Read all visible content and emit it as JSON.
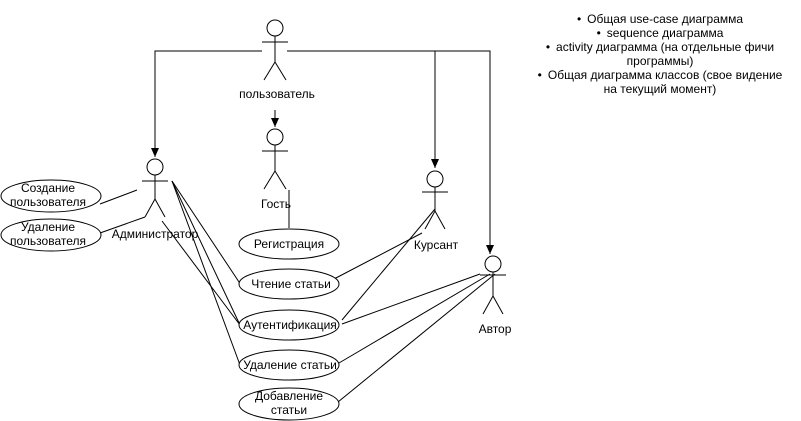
{
  "actors": {
    "user": "пользователь",
    "guest": "Гость",
    "admin": "Администратор",
    "cadet": "Курсант",
    "author": "Автор"
  },
  "use_cases": {
    "create_user": [
      "Создание",
      "пользователя"
    ],
    "delete_user": [
      "Удаление",
      "пользователя"
    ],
    "registration": [
      "Регистрация"
    ],
    "read_article": [
      "Чтение статьи"
    ],
    "authentication": [
      "Аутентификация"
    ],
    "delete_article": [
      "Удаление статьи"
    ],
    "add_article": [
      "Добавление",
      "статьи"
    ]
  },
  "notes": [
    "Общая use-case диаграмма",
    "sequence диаграмма",
    "activity диаграмма (на отдельные фичи программы)",
    "Общая диаграмма классов (свое видение на текущий момент)"
  ]
}
